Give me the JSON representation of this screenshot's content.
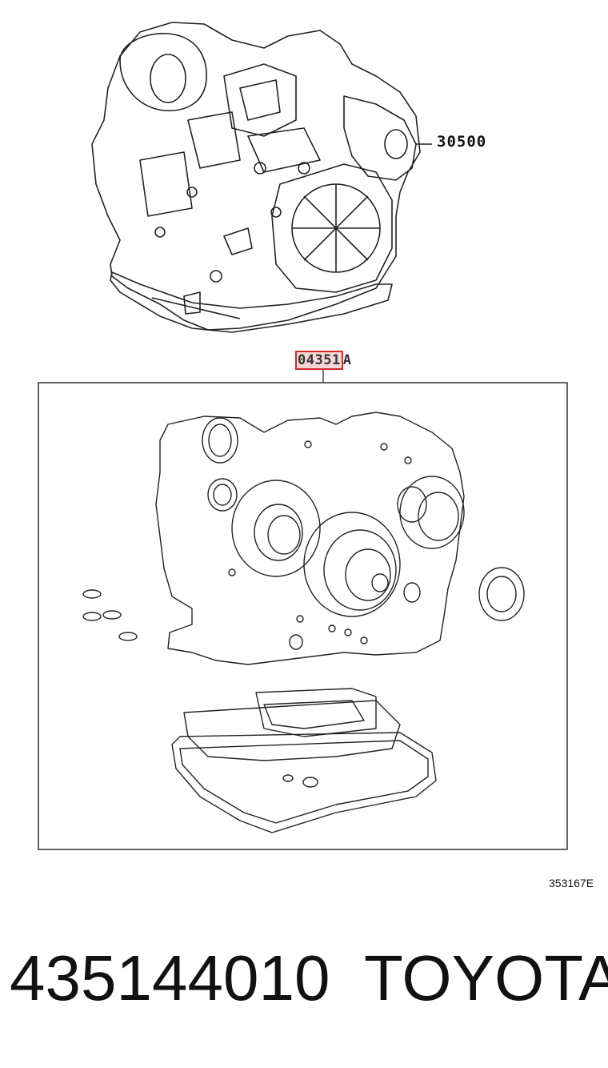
{
  "callouts": {
    "transmission_assy": "30500",
    "gasket_kit_prefix": "04351",
    "gasket_kit_suffix": "A"
  },
  "diagram_id": "353167E",
  "footer": {
    "part_number": "435144010",
    "brand": "TOYOTA"
  },
  "colors": {
    "line": "#222222",
    "highlight_border": "#d62a2a",
    "highlight_fill": "#f8d5d5"
  }
}
